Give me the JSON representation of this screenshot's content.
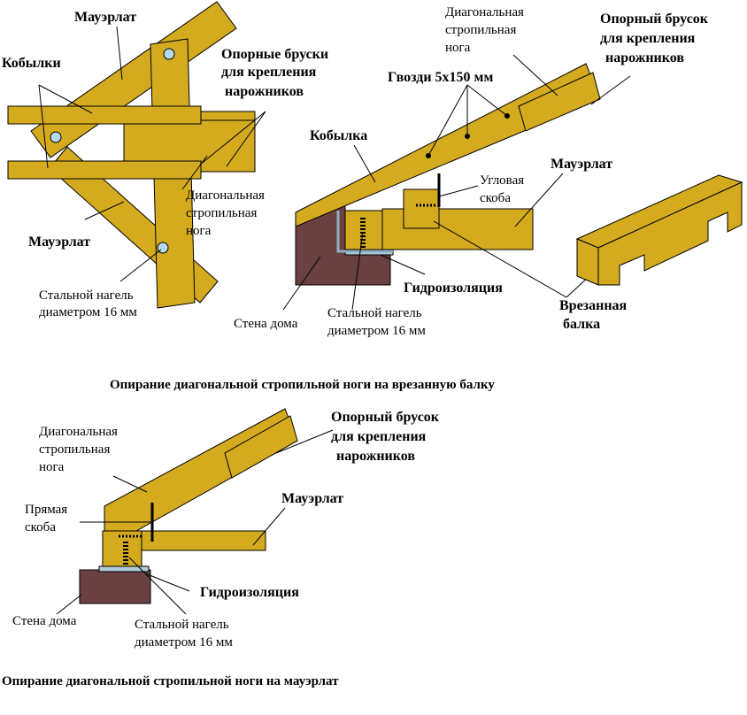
{
  "colors": {
    "wood": "#D4AA1E",
    "wall": "#6B4040",
    "waterproofing": "#AFC9D6",
    "bolt_hole": "#B5D9EC",
    "line": "#000000"
  },
  "fig1": {
    "labels": {
      "mauerlat_top": "Мауэрлат",
      "kobylki": "Кобылки",
      "support_bars_1": "Опорные бруски",
      "support_bars_2": "для крепления",
      "support_bars_3": "нарожников",
      "diag_rafter_1": "Диагональная",
      "diag_rafter_2": "стропильная",
      "diag_rafter_3": "нога",
      "mauerlat_bottom": "Мауэрлат",
      "dowel_1": "Стальной нагель",
      "dowel_2": "диаметром 16 мм"
    }
  },
  "fig2": {
    "labels": {
      "diag_rafter_1": "Диагональная",
      "diag_rafter_2": "стропильная",
      "diag_rafter_3": "нога",
      "support_bar_1": "Опорный брусок",
      "support_bar_2": "для крепления",
      "support_bar_3": "нарожников",
      "nails": "Гвозди 5х150 мм",
      "kobylka": "Кобылка",
      "mauerlat": "Мауэрлат",
      "corner_bracket_1": "Угловая",
      "corner_bracket_2": "скоба",
      "waterproofing": "Гидроизоляция",
      "inset_beam_1": "Врезанная",
      "inset_beam_2": "балка",
      "dowel_1": "Стальной нагель",
      "dowel_2": "диаметром 16 мм",
      "wall": "Стена дома"
    },
    "caption": "Опирание диагональной стропильной ноги на врезанную балку"
  },
  "fig3": {
    "labels": {
      "diag_rafter_1": "Диагональная",
      "diag_rafter_2": "стропильная",
      "diag_rafter_3": "нога",
      "support_bar_1": "Опорный брусок",
      "support_bar_2": "для крепления",
      "support_bar_3": "нарожников",
      "straight_bracket_1": "Прямая",
      "straight_bracket_2": "скоба",
      "mauerlat": "Мауэрлат",
      "waterproofing": "Гидроизоляция",
      "wall": "Стена дома",
      "dowel_1": "Стальной нагель",
      "dowel_2": "диаметром 16 мм"
    },
    "caption": "Опирание диагональной стропильной ноги на мауэрлат"
  }
}
